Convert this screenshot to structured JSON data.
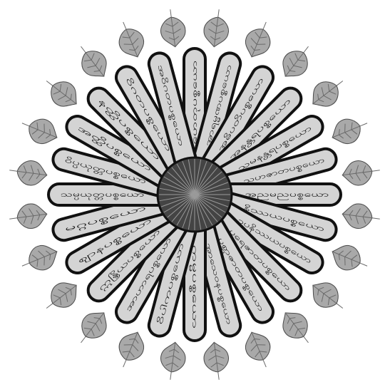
{
  "diagram": {
    "petals": [
      {
        "label": "ဟေတုပစ္စယော"
      },
      {
        "label": "အာရမ္မဏပစ္စယော"
      },
      {
        "label": "အဓိပတိပစ္စယော"
      },
      {
        "label": "အနန္တရပစ္စယော"
      },
      {
        "label": "သမနန္တရပစ္စယော"
      },
      {
        "label": "သဟဇာတပစ္စယော"
      },
      {
        "label": "အညမညပစ္စယော"
      },
      {
        "label": "နိဿယပစ္စယော"
      },
      {
        "label": "ဥပနိဿယပစ္စယော"
      },
      {
        "label": "ပုရေဇာတပစ္စယော"
      },
      {
        "label": "ပစ္ဆာဇာတပစ္စယော"
      },
      {
        "label": "အာသေဝနပစ္စယော"
      },
      {
        "label": "ကမ္မပစ္စယော"
      },
      {
        "label": "ဝိပါကပစ္စယော"
      },
      {
        "label": "အာဟာရပစ္စယော"
      },
      {
        "label": "ဣန္ဒြိယပစ္စယော"
      },
      {
        "label": "ဈာနပစ္စယော"
      },
      {
        "label": "မဂ္ဂပစ္စယော"
      },
      {
        "label": "သမ္ပယုတ္တပစ္စယော"
      },
      {
        "label": "ဝိပ္ပယုတ္တပစ္စယော"
      },
      {
        "label": "အတ္ထိပစ္စယော"
      },
      {
        "label": "နတ္ထိပစ္စယော"
      },
      {
        "label": "ဝိဂတပစ္စယော"
      },
      {
        "label": "အဝိဂတပစ္စယော"
      }
    ],
    "leaf_count": 24,
    "colors": {
      "petal_fill": "#d4d4d4",
      "outline": "#111111",
      "leaf_fill": "#a9a9a9",
      "hub_fill": "#444444"
    }
  }
}
